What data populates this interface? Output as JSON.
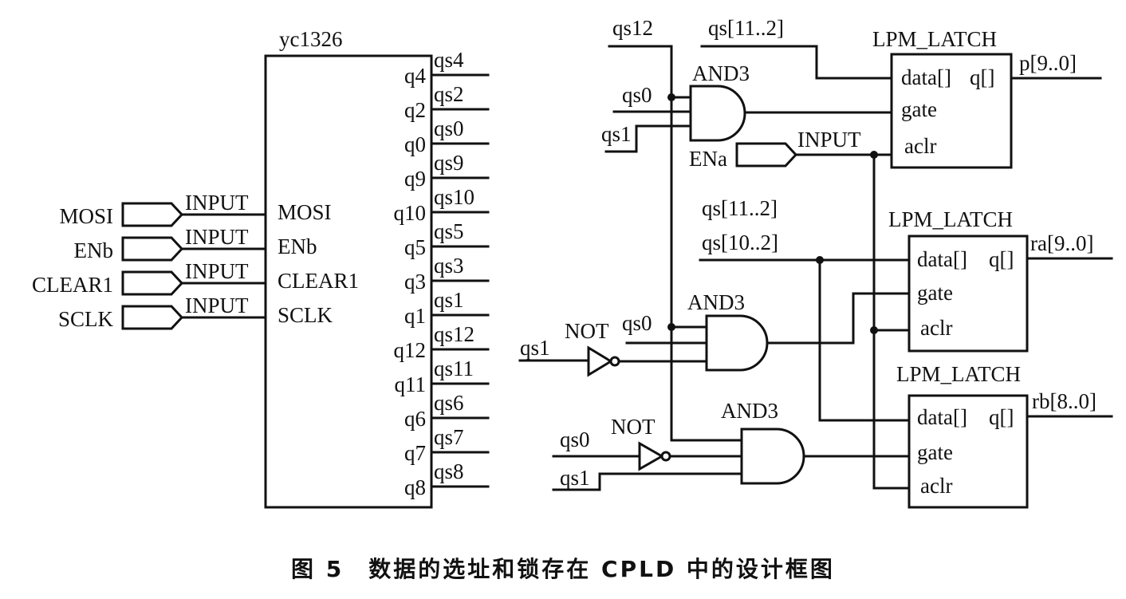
{
  "caption": "图 5　数据的选址和锁存在 CPLD 中的设计框图",
  "chip": {
    "title": "yc1326",
    "inputs": [
      "MOSI",
      "ENb",
      "CLEAR1",
      "SCLK"
    ],
    "outputs": [
      "q4",
      "q2",
      "q0",
      "q9",
      "q10",
      "q5",
      "q3",
      "q1",
      "q12",
      "q11",
      "q6",
      "q7",
      "q8"
    ],
    "output_nets": [
      "qs4",
      "qs2",
      "qs0",
      "qs9",
      "qs10",
      "qs5",
      "qs3",
      "qs1",
      "qs12",
      "qs11",
      "qs6",
      "qs7",
      "qs8"
    ]
  },
  "input_ports": [
    {
      "net": "MOSI",
      "tag": "INPUT"
    },
    {
      "net": "ENb",
      "tag": "INPUT"
    },
    {
      "net": "CLEAR1",
      "tag": "INPUT"
    },
    {
      "net": "SCLK",
      "tag": "INPUT"
    }
  ],
  "ena_port": {
    "net": "ENa",
    "tag": "INPUT"
  },
  "gates": {
    "and_type": "AND3",
    "not_type": "NOT"
  },
  "nets": {
    "qs12": "qs12",
    "qs0": "qs0",
    "qs1": "qs1",
    "bus_11_2": "qs[11..2]",
    "bus_10_2": "qs[10..2]"
  },
  "latch": {
    "title": "LPM_LATCH",
    "pins": [
      "data[]",
      "gate",
      "aclr"
    ],
    "out_pin": "q[]",
    "outputs": [
      "p[9..0]",
      "ra[9..0]",
      "rb[8..0]"
    ]
  }
}
